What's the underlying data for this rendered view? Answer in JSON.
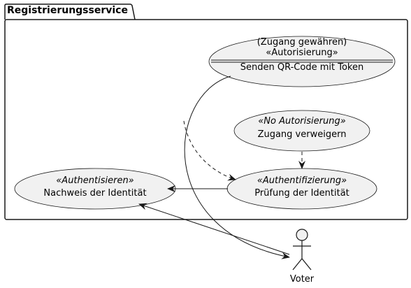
{
  "package": {
    "title": "Registrierungsservice"
  },
  "use_cases": {
    "grant": {
      "name": "(Zugang gewähren)",
      "stereotype": "«Autorisierung»",
      "separator_text": "Senden QR-Code mit Token"
    },
    "deny": {
      "stereotype": "«No Autorisierung»",
      "name": "Zugang verweigern"
    },
    "verify": {
      "stereotype": "«Authentifizierung»",
      "name": "Prüfung der Identität"
    },
    "prove": {
      "stereotype": "«Authentisieren»",
      "name": "Nachweis der Identität"
    }
  },
  "actor": {
    "name": "Voter"
  },
  "colors": {
    "usecase_fill": "#f1f1f1",
    "stroke": "#181818",
    "background": "#ffffff"
  }
}
